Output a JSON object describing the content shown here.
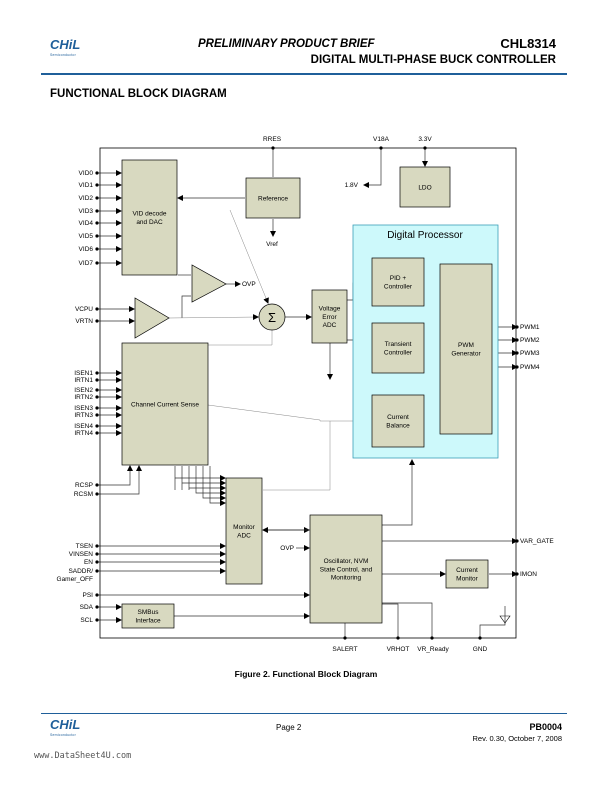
{
  "header": {
    "logo": "CHiL",
    "logo_sub": "Semiconductor",
    "brief": "PRELIMINARY PRODUCT BRIEF",
    "part": "CHL8314",
    "subtitle": "DIGITAL MULTI-PHASE BUCK CONTROLLER"
  },
  "section_title": "FUNCTIONAL BLOCK DIAGRAM",
  "diagram": {
    "blocks": {
      "vid": [
        "VID decode",
        "and DAC"
      ],
      "reference": "Reference",
      "ldo": "LDO",
      "digital_processor": "Digital Processor",
      "pid": [
        "PID +",
        "Controller"
      ],
      "transient": [
        "Transient",
        "Controller"
      ],
      "balance": [
        "Current",
        "Balance"
      ],
      "pwm": [
        "PWM",
        "Generator"
      ],
      "vadc": [
        "Voltage",
        "Error",
        "ADC"
      ],
      "ccs": "Channel Current Sense",
      "madc": [
        "Monitor",
        "ADC"
      ],
      "osc": [
        "Oscillator, NVM",
        "State Control, and",
        "Monitoring"
      ],
      "cmon": [
        "Current",
        "Monitor"
      ],
      "smbus": [
        "SMBus",
        "Interface"
      ],
      "sum": "Σ"
    },
    "pins_left": [
      "VID0",
      "VID1",
      "VID2",
      "VID3",
      "VID4",
      "VID5",
      "VID6",
      "VID7",
      "VCPU",
      "VRTN",
      "ISEN1",
      "IRTN1",
      "ISEN2",
      "IRTN2",
      "ISEN3",
      "IRTN3",
      "ISEN4",
      "IRTN4",
      "RCSP",
      "RCSM",
      "TSEN",
      "VINSEN",
      "EN",
      "SADDR/",
      "Gamer_OFF",
      "PSI",
      "SDA",
      "SCL"
    ],
    "pins_right": [
      "PWM1",
      "PWM2",
      "PWM3",
      "PWM4",
      "VAR_GATE",
      "IMON"
    ],
    "pins_top": [
      "RRES",
      "V18A",
      "3.3V"
    ],
    "pins_bottom": [
      "SALERT",
      "VRHOT",
      "VR_Ready",
      "GND"
    ],
    "signals": {
      "v18": "1.8V",
      "vref": "Vref",
      "ovp": "OVP"
    },
    "colors": {
      "block_fill": "#d8d9c0",
      "processor_fill": "#cdf9fb",
      "processor_border": "#3a9fb8"
    }
  },
  "caption": "Figure 2. Functional Block Diagram",
  "footer": {
    "page": "Page 2",
    "doc": "PB0004",
    "rev": "Rev. 0.30, October 7, 2008",
    "watermark": "www.DataSheet4U.com"
  }
}
